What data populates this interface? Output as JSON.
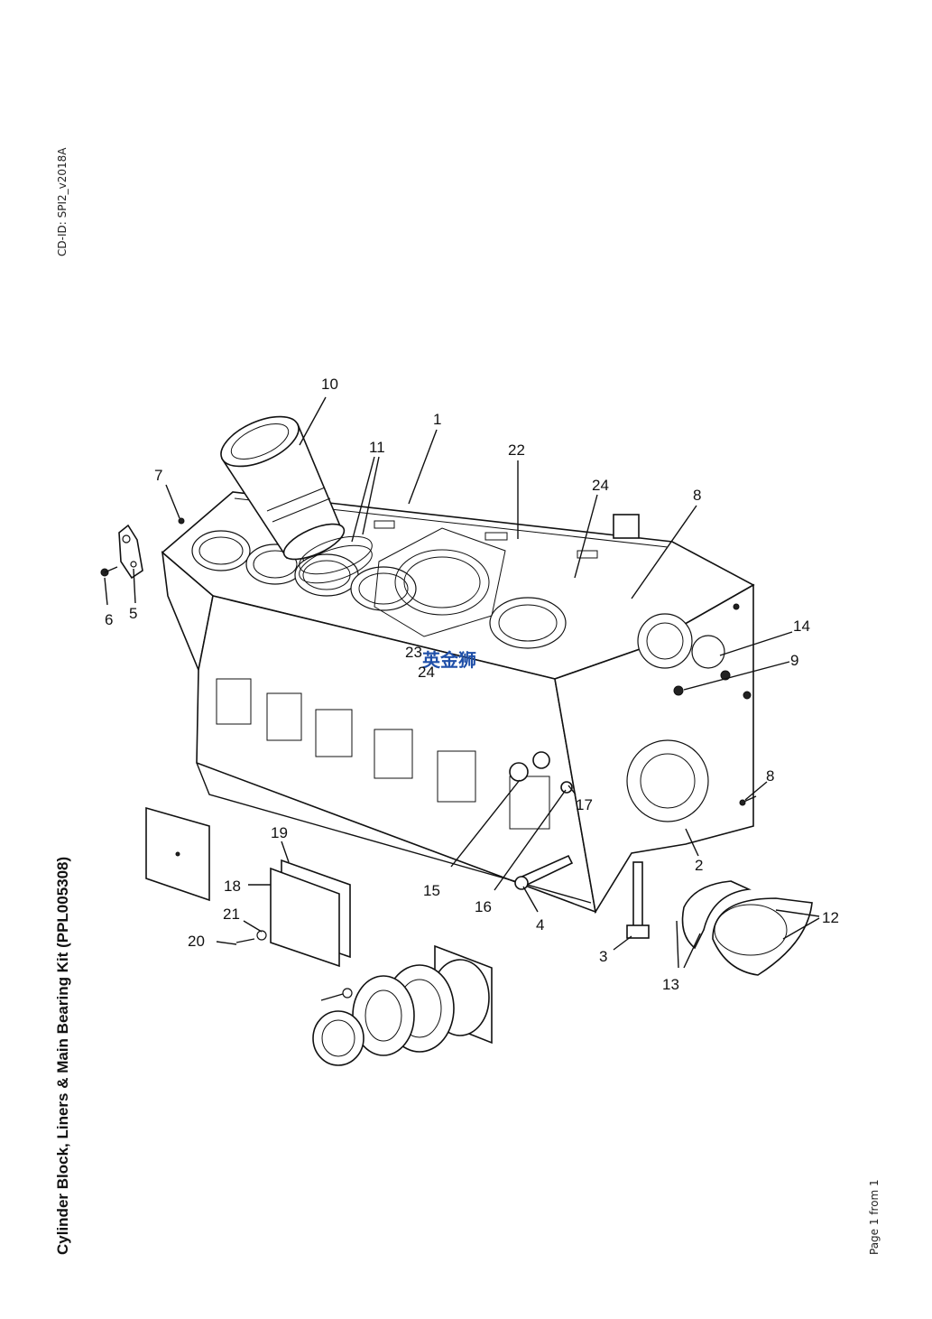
{
  "document": {
    "cd_id": "CD-ID: SPI2_v2018A",
    "title": "Cylinder Block, Liners & Main Bearing Kit (PPL005308)",
    "page": "Page 1 from 1"
  },
  "watermark": "英金狮",
  "callouts": [
    {
      "id": "c10",
      "label": "10"
    },
    {
      "id": "c1",
      "label": "1"
    },
    {
      "id": "c11",
      "label": "11"
    },
    {
      "id": "c22",
      "label": "22"
    },
    {
      "id": "c24",
      "label": "24"
    },
    {
      "id": "c8a",
      "label": "8"
    },
    {
      "id": "c7",
      "label": "7"
    },
    {
      "id": "c6",
      "label": "6"
    },
    {
      "id": "c5",
      "label": "5"
    },
    {
      "id": "c14",
      "label": "14"
    },
    {
      "id": "c9",
      "label": "9"
    },
    {
      "id": "c23",
      "label": "23"
    },
    {
      "id": "c24b",
      "label": "24"
    },
    {
      "id": "c8b",
      "label": "8"
    },
    {
      "id": "c17",
      "label": "17"
    },
    {
      "id": "c2",
      "label": "2"
    },
    {
      "id": "c19",
      "label": "19"
    },
    {
      "id": "c18",
      "label": "18"
    },
    {
      "id": "c15",
      "label": "15"
    },
    {
      "id": "c16",
      "label": "16"
    },
    {
      "id": "c4",
      "label": "4"
    },
    {
      "id": "c21",
      "label": "21"
    },
    {
      "id": "c20",
      "label": "20"
    },
    {
      "id": "c3",
      "label": "3"
    },
    {
      "id": "c12",
      "label": "12"
    },
    {
      "id": "c13",
      "label": "13"
    }
  ]
}
